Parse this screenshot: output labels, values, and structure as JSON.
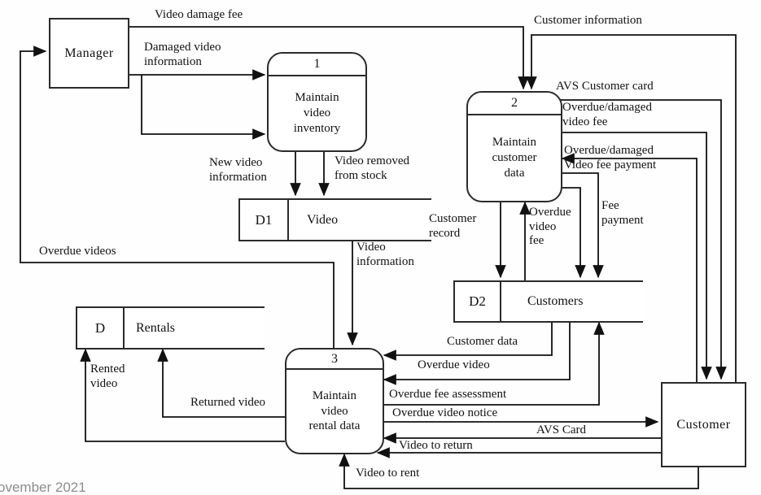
{
  "caption": "ovember 2021",
  "colors": {
    "line": "#111111",
    "box_border": "#2b2b2b",
    "background": "#fefefe",
    "caption": "#8d8d8d"
  },
  "entities": {
    "manager": {
      "label": "Manager"
    },
    "customer": {
      "label": "Customer"
    }
  },
  "processes": {
    "p1": {
      "number": "1",
      "name": "Maintain\nvideo\ninventory"
    },
    "p2": {
      "number": "2",
      "name": "Maintain\ncustomer\ndata"
    },
    "p3": {
      "number": "3",
      "name": "Maintain\nvideo\nrental data"
    }
  },
  "datastores": {
    "d1": {
      "id": "D1",
      "name": "Video"
    },
    "d2": {
      "id": "D2",
      "name": "Customers"
    },
    "d": {
      "id": "D",
      "name": "Rentals"
    }
  },
  "flows": {
    "video_damage_fee": "Video damage fee",
    "customer_information": "Customer information",
    "damaged_video_information": "Damaged video\ninformation",
    "avs_customer_card": "AVS Customer card",
    "overdue_damaged_video_fee": "Overdue/damaged\nvideo fee",
    "overdue_damaged_video_fee_payment": "Overdue/damaged\nVideo fee payment",
    "fee_payment": "Fee\npayment",
    "customer_record": "Customer\nrecord",
    "overdue_video_fee": "Overdue\nvideo\nfee",
    "new_video_information": "New video\ninformation",
    "video_removed_from_stock": "Video removed\nfrom stock",
    "video_information": "Video\ninformation",
    "overdue_videos": "Overdue videos",
    "customer_data": "Customer data",
    "overdue_video": "Overdue video",
    "overdue_fee_assessment": "Overdue fee assessment",
    "overdue_video_notice": "Overdue video notice",
    "avs_card": "AVS Card",
    "video_to_return": "Video to return",
    "video_to_rent": "Video to rent",
    "rented_video": "Rented\nvideo",
    "returned_video": "Returned video"
  }
}
